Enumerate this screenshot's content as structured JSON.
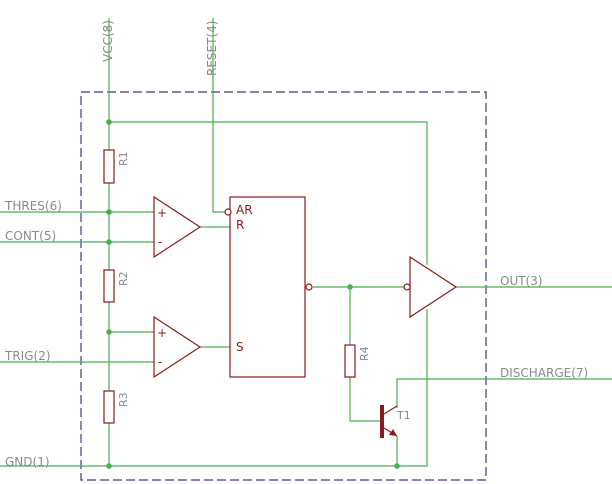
{
  "pins": {
    "vcc": "VCC(8)",
    "reset": "RESET(4)",
    "thres": "THRES(6)",
    "cont": "CONT(5)",
    "trig": "TRIG(2)",
    "gnd": "GND(1)",
    "out": "OUT(3)",
    "discharge": "DISCHARGE(7)"
  },
  "components": {
    "r1": "R1",
    "r2": "R2",
    "r3": "R3",
    "r4": "R4",
    "t1": "T1"
  },
  "flipflop": {
    "ar": "AR",
    "r": "R",
    "s": "S"
  },
  "comparators": {
    "plus": "+",
    "minus": "-"
  },
  "colors": {
    "wire": "#4cae4c",
    "part": "#8b1a1a",
    "frame": "#3a3a8c",
    "label": "#8a8a8a"
  }
}
